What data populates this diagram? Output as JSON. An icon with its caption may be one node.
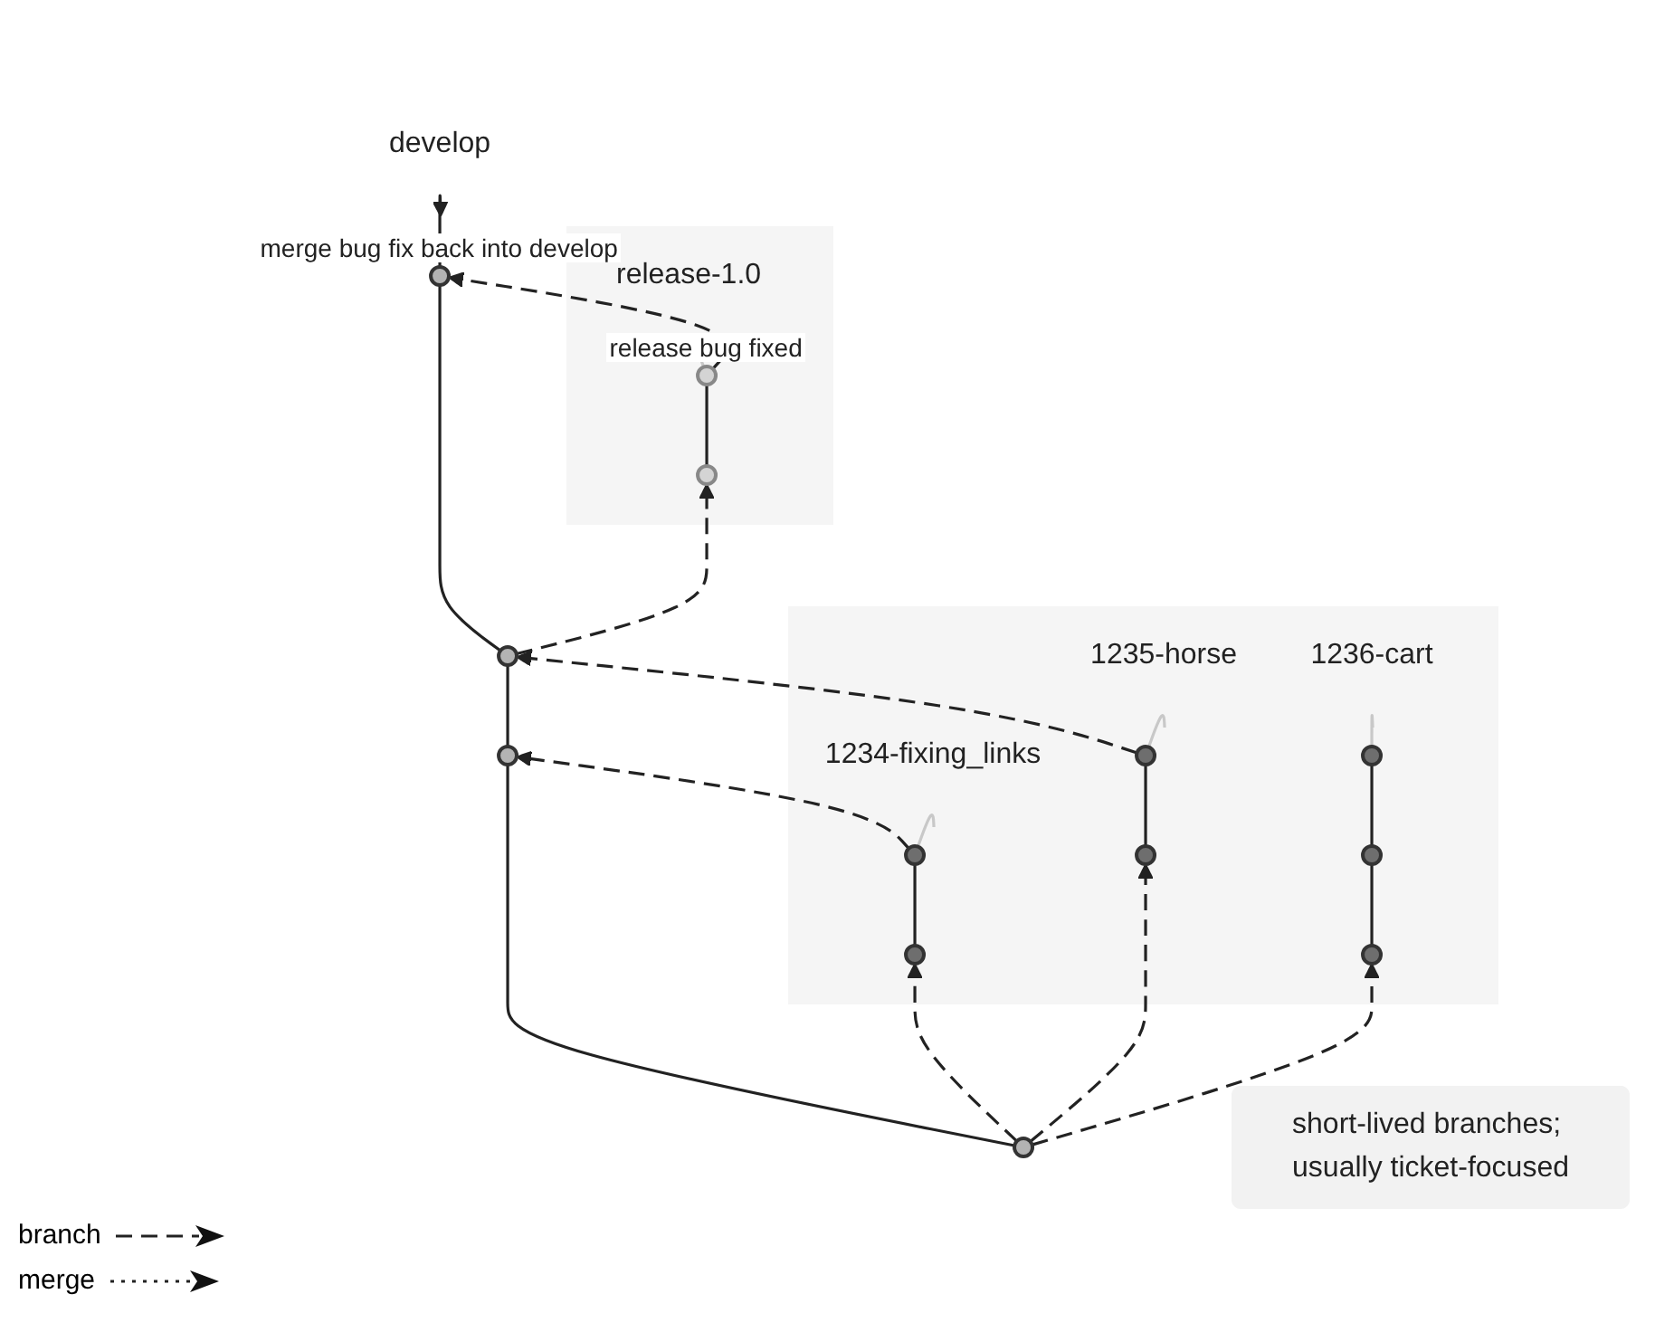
{
  "diagram": {
    "nodes": [
      {
        "text": [],
        "shape": "box"
      },
      {
        "text": [
          "release-1.0"
        ],
        "in": 0
      },
      {
        "text": [],
        "shape": "circle",
        "in": 0,
        "beside": [
          "release bug fixed"
        ]
      },
      {
        "text": [],
        "shape": "circle",
        "in": 0
      },
      {
        "text": [
          "develop"
        ]
      },
      {
        "text": [],
        "shape": "circle",
        "beside": [
          "merge bug fix back into develop"
        ]
      },
      {
        "text": [],
        "shape": "circle"
      },
      {
        "text": [],
        "shape": "circle"
      },
      {
        "text": [],
        "shape": "circle"
      },
      {
        "text": [],
        "shape": "box"
      },
      {
        "text": [
          "1234-fixing_links"
        ],
        "in": 9
      },
      {
        "text": [],
        "shape": "circle",
        "in": 9
      },
      {
        "text": [],
        "shape": "circle",
        "in": 9
      },
      {
        "text": [
          "1235-horse"
        ],
        "in": 9
      },
      {
        "text": [],
        "shape": "circle",
        "in": 9
      },
      {
        "text": [],
        "shape": "circle",
        "in": 9
      },
      {
        "text": [
          "1236-cart"
        ],
        "in": 9
      },
      {
        "text": [],
        "shape": "circle",
        "in": 9
      },
      {
        "text": [],
        "shape": "circle",
        "in": 9
      },
      {
        "text": [],
        "shape": "circle",
        "in": 9
      },
      {
        "text": [
          "short-lived branches; usually ticket-focused"
        ]
      }
    ],
    "edges": [
      {
        "from": 2,
        "to": 1,
        "arrow": "none",
        "color": "#c8c8c8"
      },
      {
        "from": 3,
        "to": 2,
        "arrow": "none"
      },
      {
        "from": 8,
        "to": 7,
        "arrow": "none"
      },
      {
        "from": 7,
        "to": 6,
        "arrow": "none"
      },
      {
        "from": 6,
        "to": 5,
        "arrow": "none"
      },
      {
        "from": 5,
        "to": 4,
        "arrow": "to"
      },
      {
        "from": 2,
        "to": 5,
        "arrow": "to",
        "style": "dashed"
      },
      {
        "from": 6,
        "to": 3,
        "arrow": "to",
        "style": "dashed"
      },
      {
        "from": 14,
        "to": 6,
        "arrow": "to",
        "style": "dashed"
      },
      {
        "from": 11,
        "to": 7,
        "arrow": "to",
        "style": "dashed"
      },
      {
        "from": 8,
        "to": 12,
        "arrow": "to",
        "style": "dashed"
      },
      {
        "from": 8,
        "to": 15,
        "arrow": "to",
        "style": "dashed"
      },
      {
        "from": 8,
        "to": 19,
        "arrow": "to",
        "style": "dashed"
      },
      {
        "from": 11,
        "to": 10,
        "arrow": "none",
        "color": "#c8c8c8"
      },
      {
        "from": 12,
        "to": 11,
        "arrow": "none"
      },
      {
        "from": 14,
        "to": 13,
        "arrow": "none",
        "color": "#c8c8c8"
      },
      {
        "from": 15,
        "to": 14,
        "arrow": "none"
      },
      {
        "from": 17,
        "to": 16,
        "arrow": "none",
        "color": "#c8c8c8"
      },
      {
        "from": 19,
        "to": 18,
        "arrow": "none"
      },
      {
        "from": 18,
        "to": 17,
        "arrow": "none"
      }
    ],
    "legend": [
      {
        "text": "branch"
      },
      {
        "text": "merge"
      }
    ]
  }
}
